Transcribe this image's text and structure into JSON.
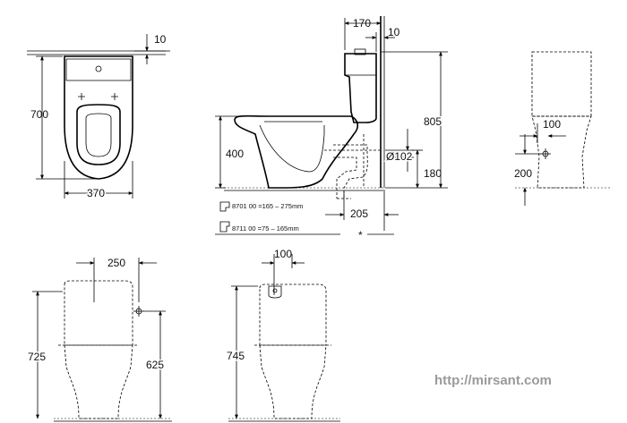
{
  "top_view": {
    "depth": "700",
    "width": "370",
    "offset": "10"
  },
  "side_view": {
    "depth_offset": "170",
    "wall_gap": "10",
    "total_height": "805",
    "seat_height": "400",
    "outlet_diameter": "Ø102",
    "outlet_height": "180",
    "outlet_offset": "205",
    "asterisk": "*",
    "note_1": "8701 00  =165 – 275mm",
    "note_2": "8711 00  =75 – 165mm"
  },
  "side_right_view": {
    "horizontal": "100",
    "height": "200"
  },
  "front_view_1": {
    "width": "250",
    "height": "725",
    "inlet_height": "625"
  },
  "front_view_2": {
    "width": "100",
    "height": "745"
  },
  "watermark": "http://mirsant.com"
}
